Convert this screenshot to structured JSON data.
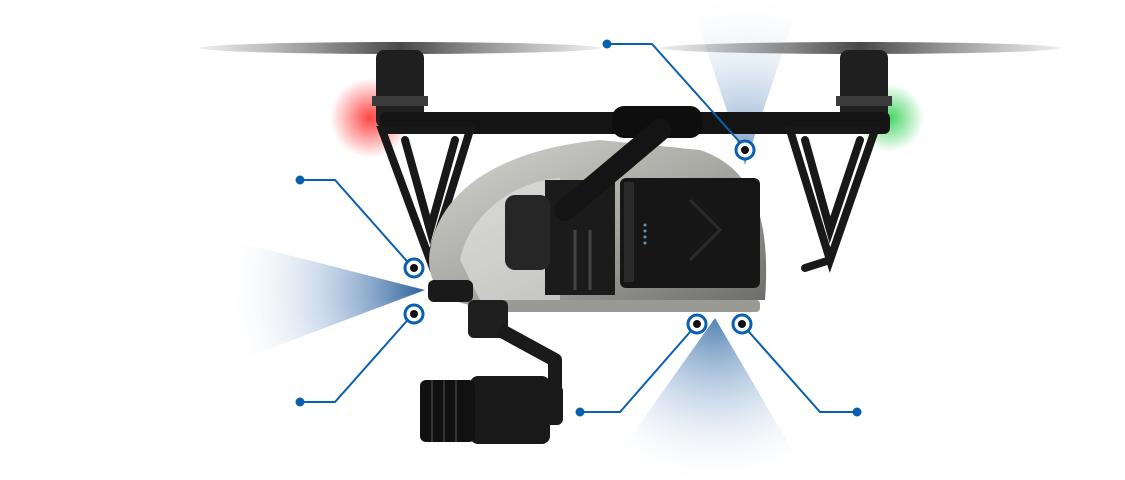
{
  "image": {
    "subject": "drone",
    "colors": {
      "callout": "#0a5fb0",
      "beam": "#3a6fa8",
      "body_silver": "#b8b8b4",
      "body_dark": "#1a1a1a",
      "led_red": "#ff3030",
      "led_green": "#30d050"
    }
  },
  "callouts": [
    {
      "id": "top-sensor"
    },
    {
      "id": "front-upper-sensor"
    },
    {
      "id": "front-lower-sensor"
    },
    {
      "id": "bottom-left-sensor"
    },
    {
      "id": "bottom-right-sensor"
    }
  ],
  "icons": [
    "sensor-ring-icon",
    "callout-dot-icon"
  ]
}
